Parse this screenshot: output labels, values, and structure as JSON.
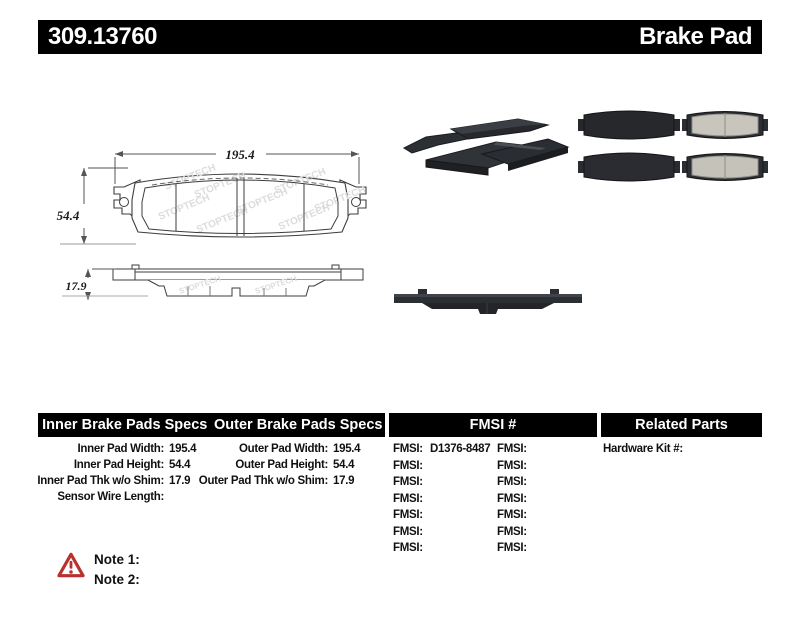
{
  "header": {
    "part_number": "309.13760",
    "product_type": "Brake Pad"
  },
  "drawing": {
    "dims": {
      "width": "195.4",
      "height": "54.4",
      "thickness": "17.9"
    },
    "watermark": "STOPTECH"
  },
  "tables": {
    "specs_inner": {
      "title": "Inner Brake Pads Specs",
      "rows": [
        {
          "label": "Inner Pad Width:",
          "value": "195.4"
        },
        {
          "label": "Inner Pad Height:",
          "value": "54.4"
        },
        {
          "label": "Inner Pad Thk w/o Shim:",
          "value": "17.9"
        },
        {
          "label": "Sensor Wire Length:",
          "value": ""
        }
      ]
    },
    "specs_outer": {
      "title": "Outer Brake Pads Specs",
      "rows": [
        {
          "label": "Outer Pad Width:",
          "value": "195.4"
        },
        {
          "label": "Outer Pad Height:",
          "value": "54.4"
        },
        {
          "label": "Outer Pad Thk w/o Shim:",
          "value": "17.9"
        }
      ]
    },
    "fmsi": {
      "title": "FMSI #",
      "col1": [
        {
          "label": "FMSI:",
          "value": "D1376-8487"
        },
        {
          "label": "FMSI:",
          "value": ""
        },
        {
          "label": "FMSI:",
          "value": ""
        },
        {
          "label": "FMSI:",
          "value": ""
        },
        {
          "label": "FMSI:",
          "value": ""
        },
        {
          "label": "FMSI:",
          "value": ""
        },
        {
          "label": "FMSI:",
          "value": ""
        }
      ],
      "col2": [
        {
          "label": "FMSI:",
          "value": ""
        },
        {
          "label": "FMSI:",
          "value": ""
        },
        {
          "label": "FMSI:",
          "value": ""
        },
        {
          "label": "FMSI:",
          "value": ""
        },
        {
          "label": "FMSI:",
          "value": ""
        },
        {
          "label": "FMSI:",
          "value": ""
        },
        {
          "label": "FMSI:",
          "value": ""
        }
      ]
    },
    "related": {
      "title": "Related Parts",
      "rows": [
        {
          "label": "Hardware Kit #:",
          "value": ""
        }
      ]
    }
  },
  "notes": {
    "items": [
      {
        "label": "Note 1:"
      },
      {
        "label": "Note 2:"
      }
    ]
  },
  "colors": {
    "bar_bg": "#000000",
    "bar_text": "#ffffff",
    "warning_red": "#b8312f",
    "watermark_gray": "#dcdcdc"
  }
}
